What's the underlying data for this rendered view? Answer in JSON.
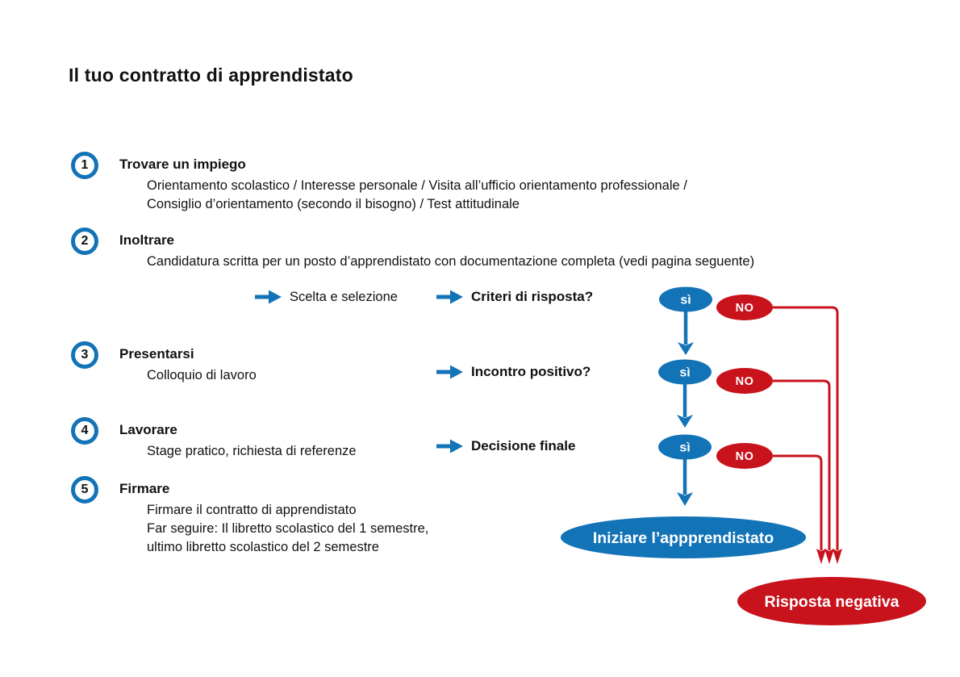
{
  "title": "Il tuo contratto di apprendistato",
  "colors": {
    "blue": "#1373B7",
    "red": "#C8121C",
    "text": "#111111",
    "background": "#FFFFFF"
  },
  "steps": [
    {
      "number": "1",
      "label": "Trovare un impiego",
      "lines": [
        "Orientamento scolastico / Interesse personale / Visita all’ufficio orientamento professionale /",
        "Consiglio d’orientamento (secondo il bisogno) / Test attitudinale"
      ]
    },
    {
      "number": "2",
      "label": "Inoltrare",
      "lines": [
        "Candidatura scritta per un posto d’apprendistato con documentazione completa (vedi pagina seguente)"
      ]
    },
    {
      "number": "3",
      "label": "Presentarsi",
      "lines": [
        "Colloquio di lavoro"
      ]
    },
    {
      "number": "4",
      "label": "Lavorare",
      "lines": [
        "Stage pratico, richiesta di referenze"
      ]
    },
    {
      "number": "5",
      "label": "Firmare",
      "lines": [
        "Firmare il contratto di apprendistato",
        "Far seguire: Il libretto scolastico del 1 semestre,",
        "ultimo libretto scolastico del 2 semestre"
      ]
    }
  ],
  "flow": {
    "selection_label": "Scelta e selezione",
    "question_1": "Criteri di risposta?",
    "question_2": "Incontro positivo?",
    "question_3": "Decisione finale",
    "yes_label": "sì",
    "no_label": "NO",
    "positive_end": "Iniziare l’appprendistato",
    "negative_end": "Risposta negativa"
  }
}
